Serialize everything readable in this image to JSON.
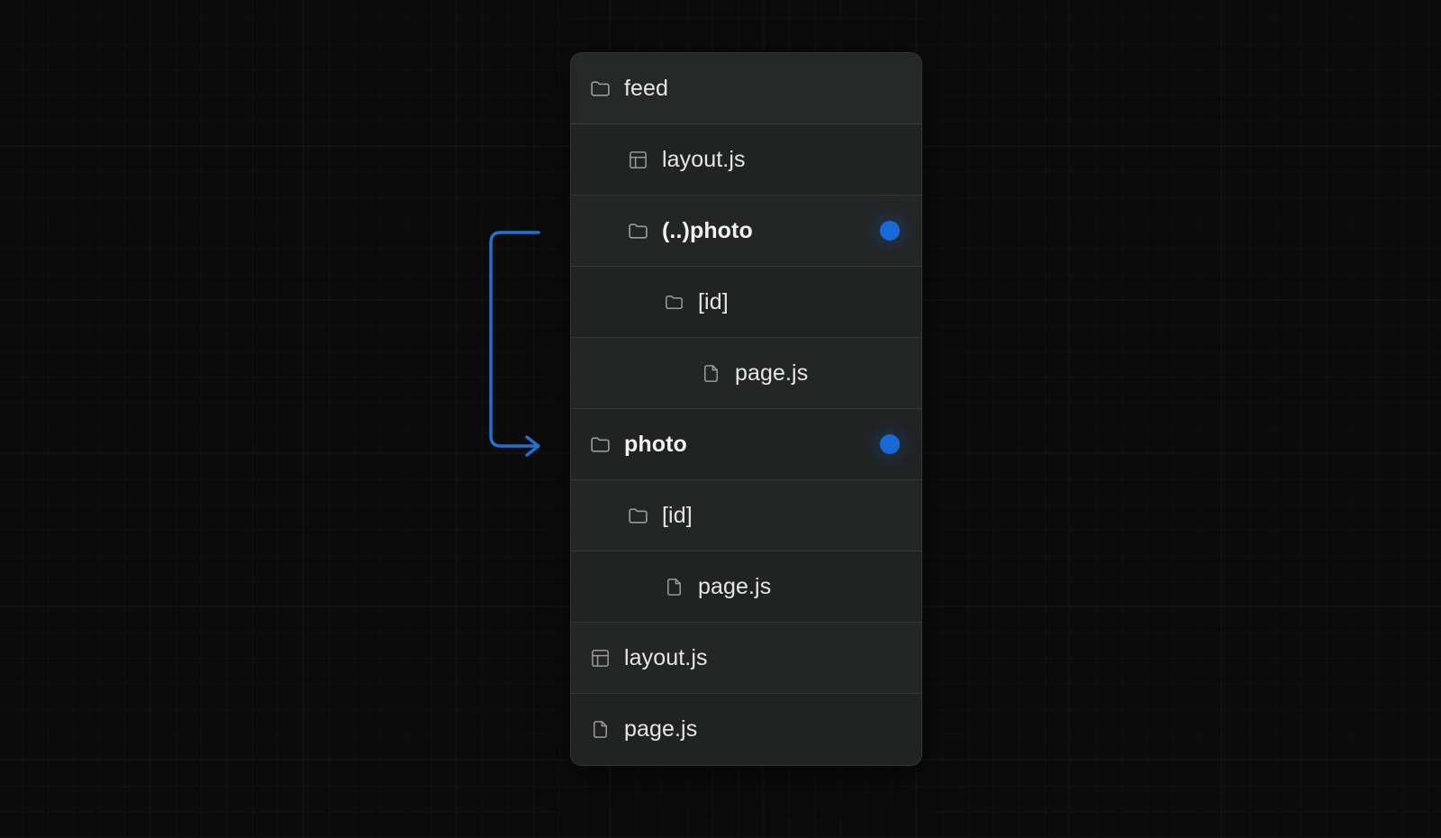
{
  "theme": {
    "background": "#0b0b0c",
    "card_background": "#212222",
    "row_background": "#242525",
    "row_header_background": "#262727",
    "border_color": "rgba(255,255,255,0.085)",
    "text_color": "#e6e6e6",
    "icon_color": "#9a9a9a",
    "accent": "#1769d6",
    "connector_color": "#1f73d4"
  },
  "connector": {
    "name": "interception-arrow",
    "from_row_index": 2,
    "to_row_index": 5,
    "description": "curved arrow from (..)photo to photo",
    "color": "#1f73d4"
  },
  "tree": {
    "title": "feed",
    "rows": [
      {
        "label": "feed",
        "icon": "folder-icon",
        "depth": 0,
        "bold": false,
        "marker": false,
        "variant": "head"
      },
      {
        "label": "layout.js",
        "icon": "layout-icon",
        "depth": 1,
        "bold": false,
        "marker": false,
        "variant": "alt"
      },
      {
        "label": "(..)photo",
        "icon": "folder-icon",
        "depth": 1,
        "bold": true,
        "marker": true,
        "variant": "row"
      },
      {
        "label": "[id]",
        "icon": "folder-icon",
        "depth": 2,
        "bold": false,
        "marker": false,
        "variant": "alt"
      },
      {
        "label": "page.js",
        "icon": "file-icon",
        "depth": 3,
        "bold": false,
        "marker": false,
        "variant": "row"
      },
      {
        "label": "photo",
        "icon": "folder-icon",
        "depth": 0,
        "bold": true,
        "marker": true,
        "variant": "alt"
      },
      {
        "label": "[id]",
        "icon": "folder-icon",
        "depth": 1,
        "bold": false,
        "marker": false,
        "variant": "row"
      },
      {
        "label": "page.js",
        "icon": "file-icon",
        "depth": 2,
        "bold": false,
        "marker": false,
        "variant": "alt"
      },
      {
        "label": "layout.js",
        "icon": "layout-icon",
        "depth": 0,
        "bold": false,
        "marker": false,
        "variant": "row"
      },
      {
        "label": "page.js",
        "icon": "file-icon",
        "depth": 0,
        "bold": false,
        "marker": false,
        "variant": "alt"
      }
    ]
  }
}
